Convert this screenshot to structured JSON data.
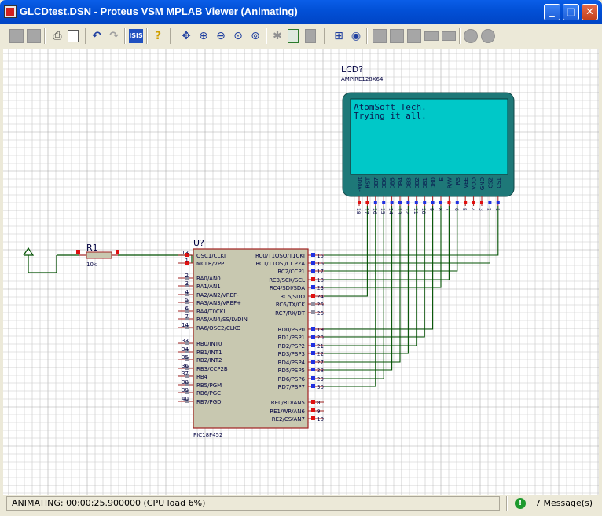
{
  "window": {
    "title": "GLCDtest.DSN - Proteus VSM MPLAB Viewer (Animating)",
    "buttons": {
      "minimize": "_",
      "maximize": "□",
      "close": "✕"
    }
  },
  "toolbar": {
    "tools": [
      {
        "name": "open",
        "icon": "folder-icon",
        "enabled": false
      },
      {
        "name": "save",
        "icon": "save-icon",
        "enabled": false
      },
      {
        "name": "print",
        "icon": "printer-icon",
        "enabled": true
      },
      {
        "name": "print-preview",
        "icon": "page-icon",
        "enabled": true
      },
      {
        "name": "undo",
        "icon": "undo-icon",
        "enabled": true
      },
      {
        "name": "redo",
        "icon": "redo-icon",
        "enabled": false
      },
      {
        "name": "isis",
        "icon": "isis-icon",
        "enabled": true
      },
      {
        "name": "help",
        "icon": "help-icon",
        "enabled": true
      },
      {
        "name": "pan",
        "icon": "pan-icon",
        "enabled": true
      },
      {
        "name": "zoom-in",
        "icon": "zoom-in-icon",
        "enabled": true
      },
      {
        "name": "zoom-out",
        "icon": "zoom-out-icon",
        "enabled": true
      },
      {
        "name": "zoom-all",
        "icon": "zoom-all-icon",
        "enabled": true
      },
      {
        "name": "zoom-area",
        "icon": "zoom-area-icon",
        "enabled": true
      },
      {
        "name": "debug",
        "icon": "bug-icon",
        "enabled": false
      },
      {
        "name": "netlist",
        "icon": "netlist-icon",
        "enabled": true
      },
      {
        "name": "bom",
        "icon": "bom-icon",
        "enabled": false
      },
      {
        "name": "graph",
        "icon": "graph-icon",
        "enabled": true
      },
      {
        "name": "view",
        "icon": "eye-icon",
        "enabled": true
      }
    ]
  },
  "schematic": {
    "colors": {
      "grid": "#c8c8c8",
      "grid_major": "#aaaaaa",
      "wire": "#005000",
      "chip_fill": "#c8c8b0",
      "chip_border": "#a02020",
      "lcd_frame": "#1e7878",
      "lcd_screen": "#00c8c8",
      "pin_red": "#e01010",
      "pin_blue": "#2030e0",
      "text": "#000040"
    },
    "lcd": {
      "ref": "LCD?",
      "part": "AMPIRE128X64",
      "screen_lines": [
        "AtomSoft Tech.",
        "Trying it all."
      ],
      "pin_names": [
        "-Vout",
        "RST",
        "DB7",
        "DB6",
        "DB5",
        "DB4",
        "DB3",
        "DB2",
        "DB1",
        "DB0",
        "E",
        "R/W",
        "RS",
        "VEE",
        "VDD",
        "GND",
        "CS2",
        "CS1"
      ],
      "pin_numbers": [
        "18",
        "17",
        "16",
        "15",
        "14",
        "13",
        "12",
        "11",
        "10",
        "9",
        "8",
        "7",
        "6",
        "5",
        "4",
        "3",
        "2",
        "1"
      ]
    },
    "resistor": {
      "ref": "R1",
      "value": "10k"
    },
    "mcu": {
      "ref": "U?",
      "part": "PIC18F452",
      "left_pins": [
        {
          "num": "13",
          "name": "OSC1/CLKI"
        },
        {
          "num": "1",
          "name": "MCLR/VPP"
        },
        {
          "num": "2",
          "name": "RA0/AN0"
        },
        {
          "num": "3",
          "name": "RA1/AN1"
        },
        {
          "num": "4",
          "name": "RA2/AN2/VREF-"
        },
        {
          "num": "5",
          "name": "RA3/AN3/VREF+"
        },
        {
          "num": "6",
          "name": "RA4/T0CKI"
        },
        {
          "num": "7",
          "name": "RA5/AN4/SS/LVDIN"
        },
        {
          "num": "14",
          "name": "RA6/OSC2/CLKO"
        },
        {
          "num": "33",
          "name": "RB0/INT0"
        },
        {
          "num": "34",
          "name": "RB1/INT1"
        },
        {
          "num": "35",
          "name": "RB2/INT2"
        },
        {
          "num": "36",
          "name": "RB3/CCP2B"
        },
        {
          "num": "37",
          "name": "RB4"
        },
        {
          "num": "38",
          "name": "RB5/PGM"
        },
        {
          "num": "39",
          "name": "RB6/PGC"
        },
        {
          "num": "40",
          "name": "RB7/PGD"
        }
      ],
      "right_pins": [
        {
          "num": "15",
          "name": "RC0/T1OSO/T1CKI"
        },
        {
          "num": "16",
          "name": "RC1/T1OSI/CCP2A"
        },
        {
          "num": "17",
          "name": "RC2/CCP1"
        },
        {
          "num": "18",
          "name": "RC3/SCK/SCL"
        },
        {
          "num": "23",
          "name": "RC4/SDI/SDA"
        },
        {
          "num": "24",
          "name": "RC5/SDO"
        },
        {
          "num": "25",
          "name": "RC6/TX/CK"
        },
        {
          "num": "26",
          "name": "RC7/RX/DT"
        },
        {
          "num": "19",
          "name": "RD0/PSP0"
        },
        {
          "num": "20",
          "name": "RD1/PSP1"
        },
        {
          "num": "21",
          "name": "RD2/PSP2"
        },
        {
          "num": "22",
          "name": "RD3/PSP3"
        },
        {
          "num": "27",
          "name": "RD4/PSP4"
        },
        {
          "num": "28",
          "name": "RD5/PSP5"
        },
        {
          "num": "29",
          "name": "RD6/PSP6"
        },
        {
          "num": "30",
          "name": "RD7/PSP7"
        },
        {
          "num": "8",
          "name": "RE0/RD/AN5"
        },
        {
          "num": "9",
          "name": "RE1/WR/AN6"
        },
        {
          "num": "10",
          "name": "RE2/CS/AN7"
        }
      ]
    }
  },
  "status": {
    "text": "ANIMATING: 00:00:25.900000 (CPU load 6%)",
    "messages": "7 Message(s)"
  }
}
